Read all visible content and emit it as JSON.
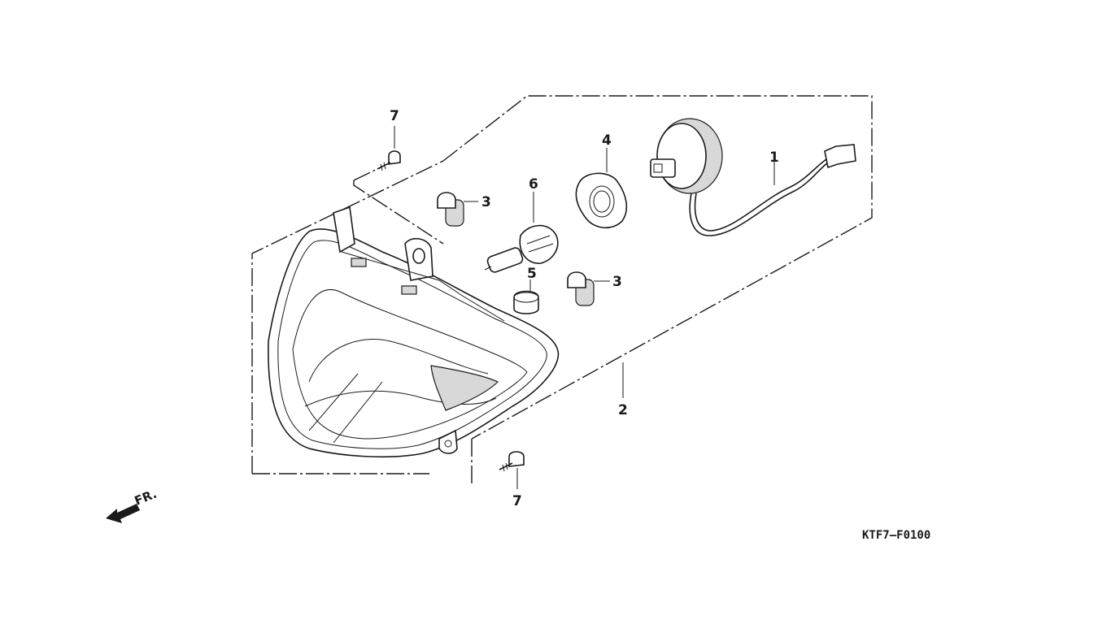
{
  "diagram": {
    "drawing_code": "KTF7—F0100",
    "front_direction_label": "FR.",
    "callouts": {
      "wire_harness": "1",
      "headlight_assembly": "2",
      "grommet_upper": "3",
      "grommet_lower": "3",
      "bulb_socket": "4",
      "cap": "5",
      "bulb": "6",
      "screw_upper": "7",
      "screw_lower": "7"
    }
  }
}
